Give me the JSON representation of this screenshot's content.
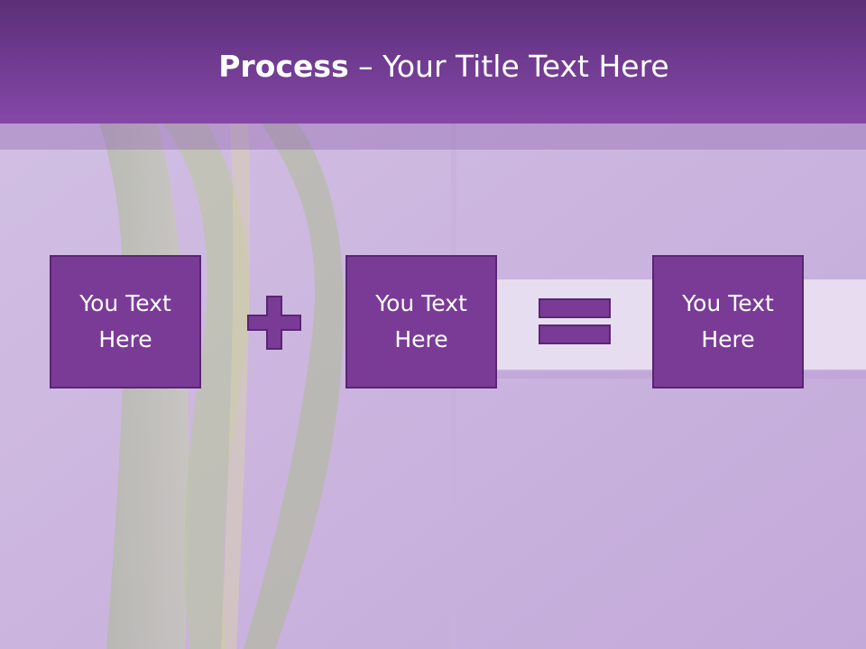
{
  "title": {
    "bold": "Process",
    "rest": " – Your Title Text Here"
  },
  "boxes": [
    {
      "text": "You Text Here"
    },
    {
      "text": "You Text Here"
    },
    {
      "text": "You Text Here"
    }
  ],
  "operators": [
    {
      "icon": "plus-icon"
    },
    {
      "icon": "equals-icon"
    }
  ],
  "colors": {
    "title_bar": "#6e3a8f",
    "box_fill": "#7a3b96",
    "box_border": "#5a2574",
    "background": "#cdb9df"
  }
}
